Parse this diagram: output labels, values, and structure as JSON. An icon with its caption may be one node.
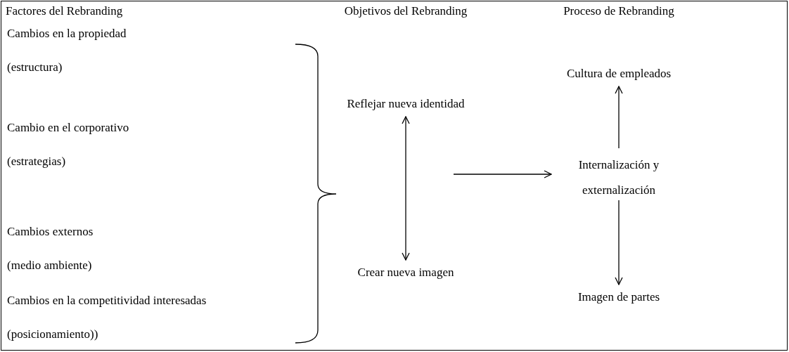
{
  "diagram": {
    "nodes": [
      {
        "text": [
          "Cambios en la propiedad",
          "(estructura)"
        ]
      },
      {
        "text": [
          "Cambio en el corporativo",
          "(estrategias)"
        ]
      },
      {
        "text": [
          "Cambios externos",
          "(medio ambiente)"
        ]
      },
      {
        "text": [
          "Cambios en la competitividad interesadas",
          "(posicionamiento))"
        ]
      },
      {
        "text": [
          "Reflejar nueva identidad"
        ]
      },
      {
        "text": [
          "Crear nueva imagen"
        ]
      },
      {
        "text": [
          "Cultura de empleados"
        ]
      },
      {
        "text": [
          "Internalización y externalización"
        ]
      },
      {
        "text": [
          "Imagen de partes"
        ]
      }
    ],
    "edges": [
      {
        "from": 4,
        "to": 5,
        "arrow": "both"
      },
      {
        "from": null,
        "to": 7,
        "arrow": "to"
      },
      {
        "from": 7,
        "to": 6,
        "arrow": "to"
      },
      {
        "from": 7,
        "to": 8,
        "arrow": "to"
      }
    ],
    "labels": [
      "Factores del Rebranding",
      "Objetivos del Rebranding",
      "Proceso de Rebranding"
    ]
  }
}
